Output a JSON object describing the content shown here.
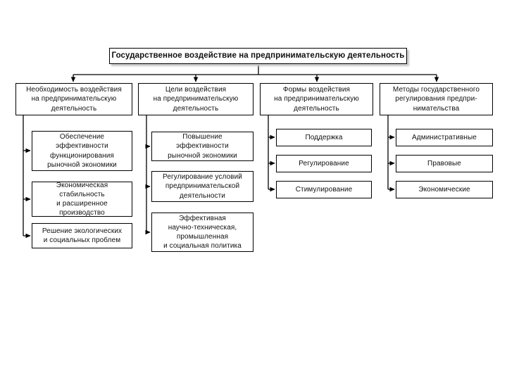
{
  "diagram": {
    "title": "Государственное воздействие на предпринимательскую деятельность",
    "branches": [
      {
        "label": "Необходимость воздействия\nна предпринимательскую\nдеятельность",
        "children": [
          "Обеспечение\nэффективности\nфункционирования\nрыночной экономики",
          "Экономическая\nстабильность\nи расширенное\nпроизводство",
          "Решение экологических\nи социальных проблем"
        ]
      },
      {
        "label": "Цели воздействия\nна предпринимательскую\nдеятельность",
        "children": [
          "Повышение\nэффективности\nрыночной экономики",
          "Регулирование условий\nпредпринимательской\nдеятельности",
          "Эффективная\nнаучно-техническая,\nпромышленная\nи социальная политика"
        ]
      },
      {
        "label": "Формы воздействия\nна предпринимательскую\nдеятельность",
        "children": [
          "Поддержка",
          "Регулирование",
          "Стимулирование"
        ]
      },
      {
        "label": "Методы государственного\nрегулирования предпри-\nнимательства",
        "children": [
          "Административные",
          "Правовые",
          "Экономические"
        ]
      }
    ]
  }
}
